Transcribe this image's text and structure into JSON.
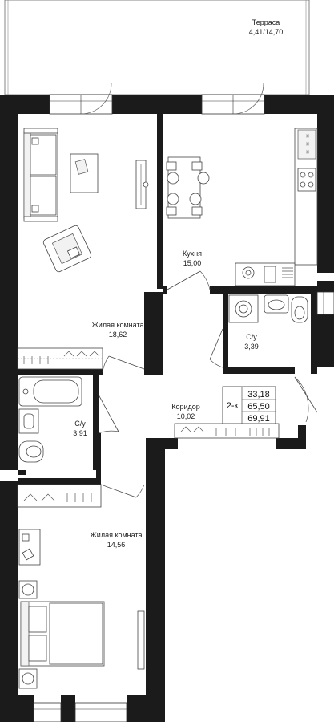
{
  "rooms": {
    "terrace": {
      "name": "Терраса",
      "area": "4,41/14,70"
    },
    "kitchen": {
      "name": "Кухня",
      "area": "15,00"
    },
    "living1": {
      "name": "Жилая комната",
      "area": "18,62"
    },
    "bath1": {
      "name": "С/у",
      "area": "3,39"
    },
    "bath2": {
      "name": "С/у",
      "area": "3,91"
    },
    "corridor": {
      "name": "Коридор",
      "area": "10,02"
    },
    "living2": {
      "name": "Жилая комната",
      "area": "14,56"
    }
  },
  "summary": {
    "type": "2-к",
    "living_area": "33,18",
    "total_area": "65,50",
    "total_with_terrace": "69,91"
  }
}
